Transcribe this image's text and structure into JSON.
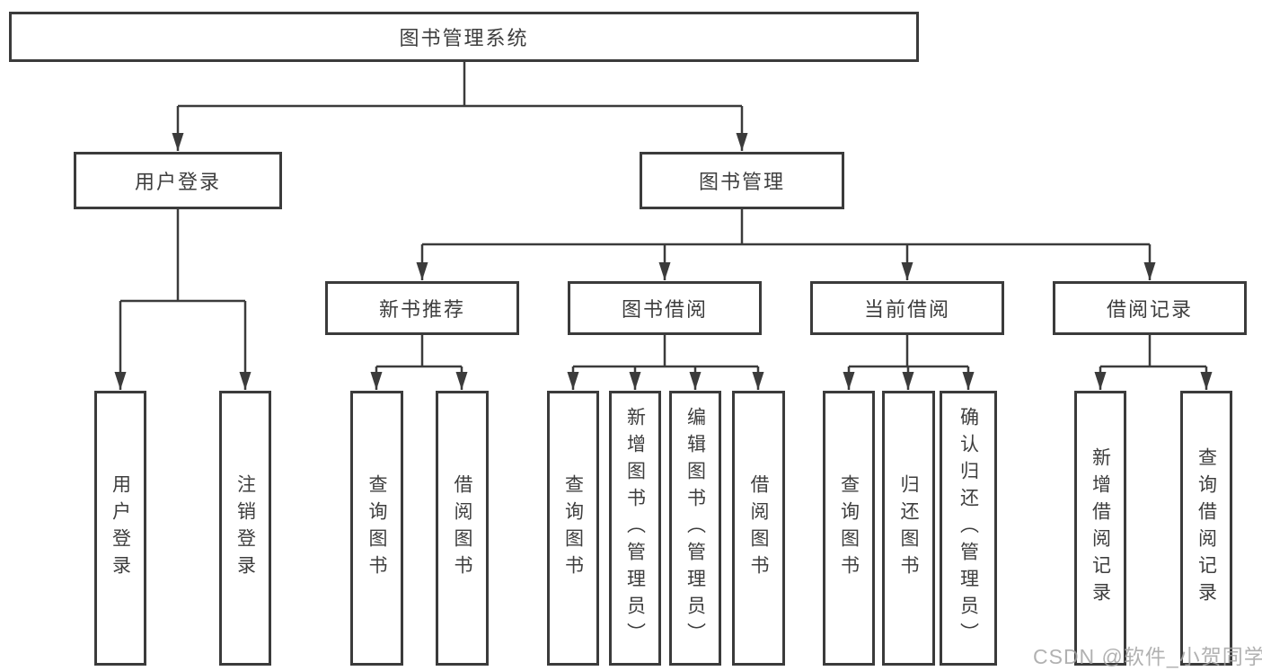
{
  "diagram_type": "hierarchy-tree",
  "colors": {
    "line": "#3b3b3b",
    "box_border": "#3b3b3b",
    "box_fill": "#ffffff",
    "text": "#3e3e3e",
    "watermark": "#a3a3a3"
  },
  "tree": {
    "root": {
      "label": "图书管理系统",
      "children": [
        {
          "label": "用户登录",
          "children": [
            {
              "label": "用户登录"
            },
            {
              "label": "注销登录"
            }
          ]
        },
        {
          "label": "图书管理",
          "children": [
            {
              "label": "新书推荐",
              "children": [
                {
                  "label": "查询图书"
                },
                {
                  "label": "借阅图书"
                }
              ]
            },
            {
              "label": "图书借阅",
              "children": [
                {
                  "label": "查询图书"
                },
                {
                  "label": "新增图书（管理员）"
                },
                {
                  "label": "编辑图书（管理员）"
                },
                {
                  "label": "借阅图书"
                }
              ]
            },
            {
              "label": "当前借阅",
              "children": [
                {
                  "label": "查询图书"
                },
                {
                  "label": "归还图书"
                },
                {
                  "label": "确认归还（管理员）"
                }
              ]
            },
            {
              "label": "借阅记录",
              "children": [
                {
                  "label": "新增借阅记录"
                },
                {
                  "label": "查询借阅记录"
                }
              ]
            }
          ]
        }
      ]
    }
  },
  "watermark": {
    "text": "CSDN @软件_小贺同学"
  }
}
